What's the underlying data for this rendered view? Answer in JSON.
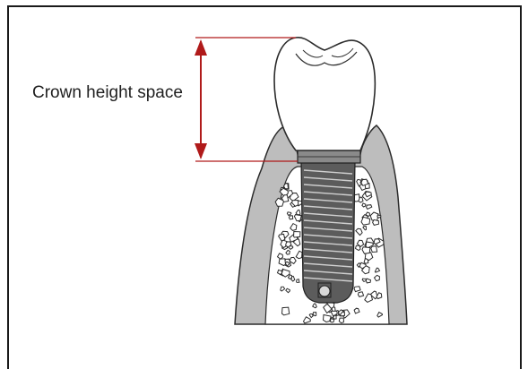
{
  "diagram": {
    "annotation": {
      "label": "Crown height space"
    },
    "colors": {
      "arrow": "#b01a1a",
      "gum": "#bdbdbd",
      "crown_fill": "#ffffff",
      "outline": "#2b2b2b",
      "implant": "#5c5c5c",
      "collar": "#8a8a8a"
    },
    "parts": [
      "crown",
      "abutment-collar",
      "implant-screw",
      "gingiva",
      "bone-particles"
    ]
  }
}
